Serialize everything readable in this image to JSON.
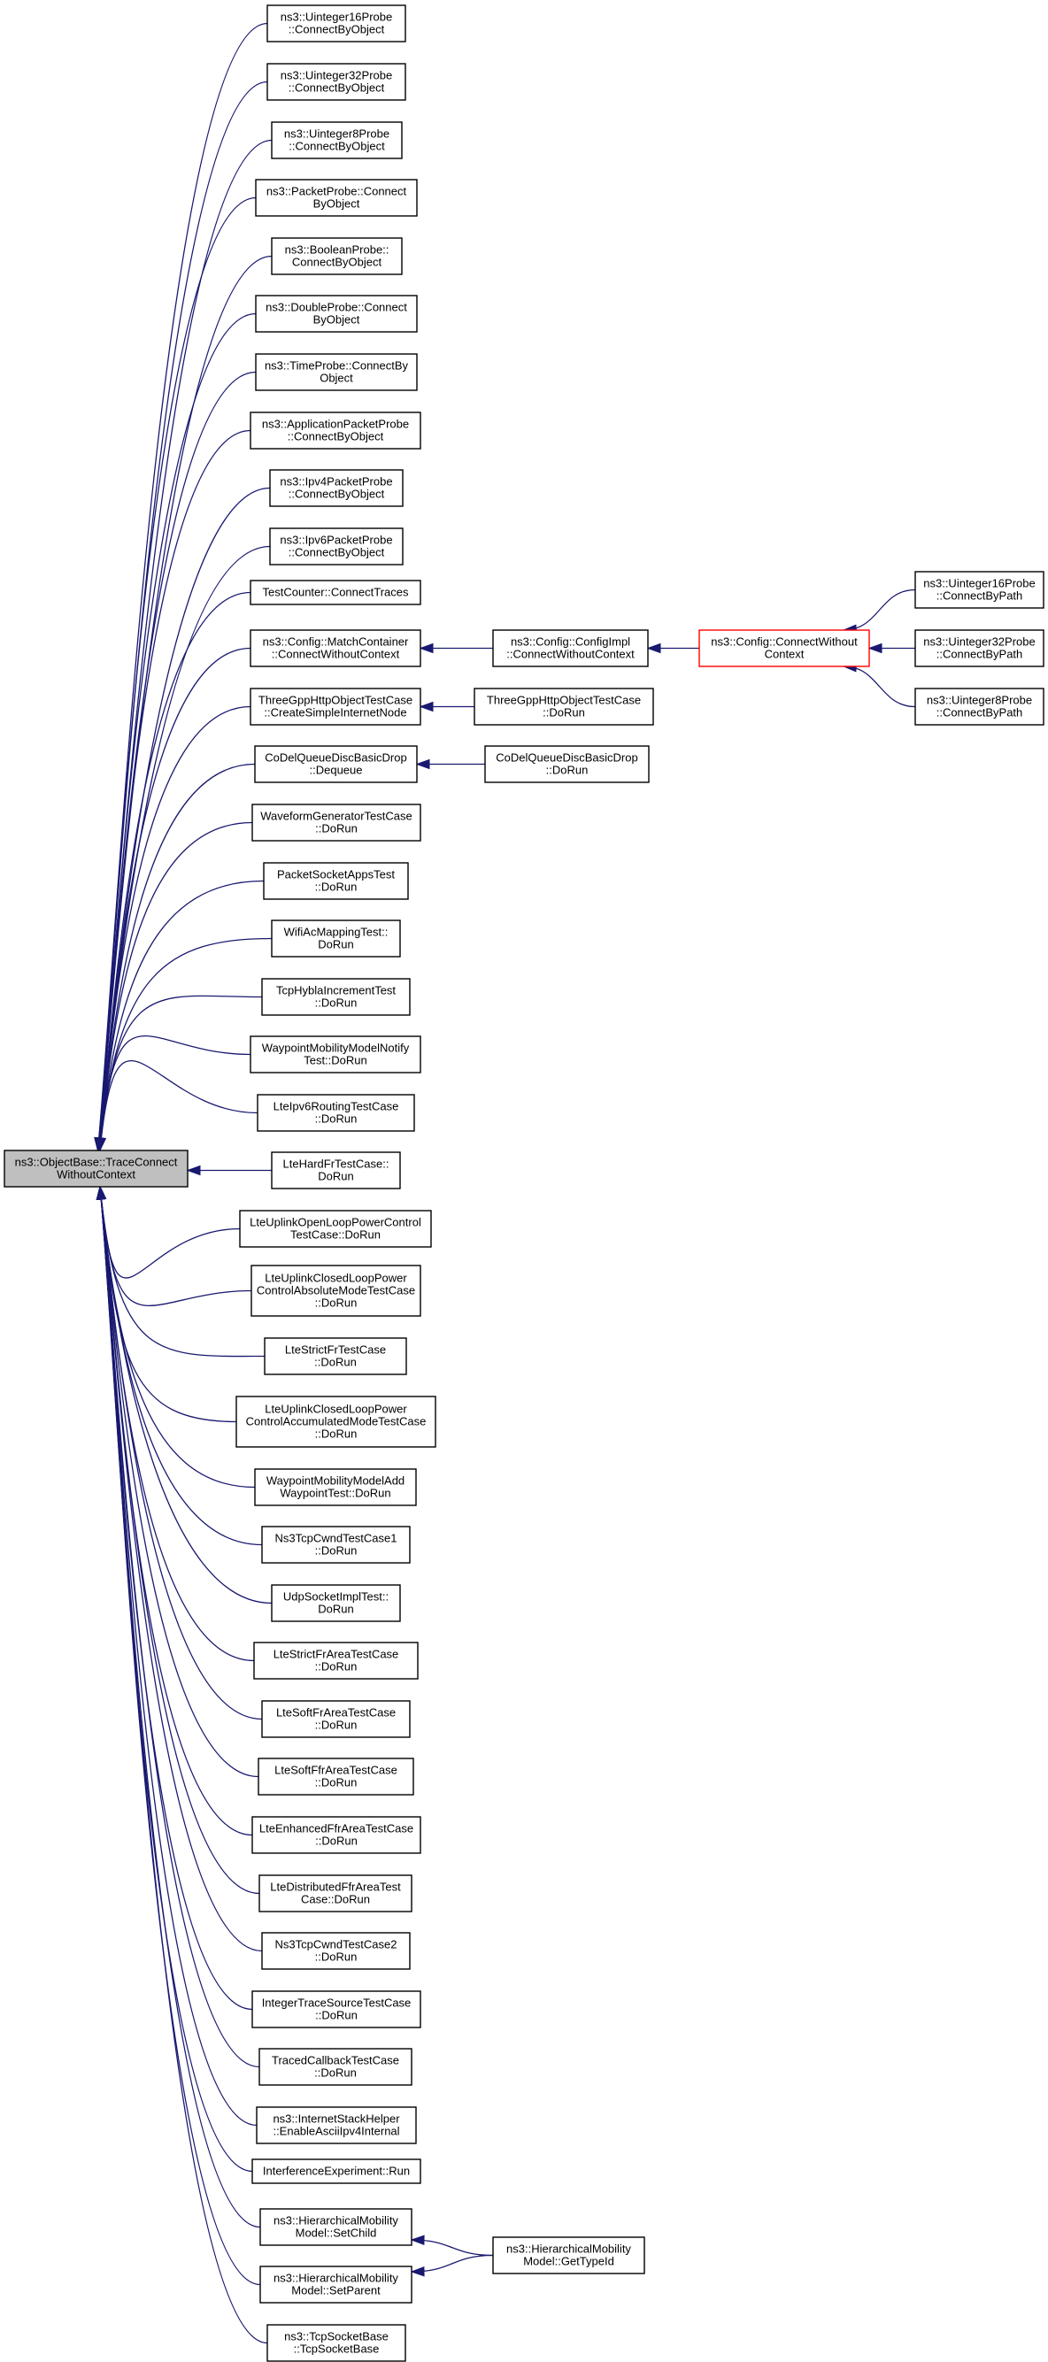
{
  "colors": {
    "edge": "#191970",
    "root_fill": "#bfbfbf",
    "highlight_border": "#ff0000",
    "box_border": "#000000",
    "background": "#ffffff"
  },
  "nodes": [
    {
      "id": "root",
      "lines": [
        "ns3::ObjectBase::TraceConnect",
        "WithoutContext"
      ],
      "kind": "root"
    },
    {
      "id": "uint16probe",
      "lines": [
        "ns3::Uinteger16Probe",
        "::ConnectByObject"
      ]
    },
    {
      "id": "uint32probe",
      "lines": [
        "ns3::Uinteger32Probe",
        "::ConnectByObject"
      ]
    },
    {
      "id": "uint8probe",
      "lines": [
        "ns3::Uinteger8Probe",
        "::ConnectByObject"
      ]
    },
    {
      "id": "packetprobe",
      "lines": [
        "ns3::PacketProbe::Connect",
        "ByObject"
      ]
    },
    {
      "id": "booleanprobe",
      "lines": [
        "ns3::BooleanProbe::",
        "ConnectByObject"
      ]
    },
    {
      "id": "doubleprobe",
      "lines": [
        "ns3::DoubleProbe::Connect",
        "ByObject"
      ]
    },
    {
      "id": "timeprobe",
      "lines": [
        "ns3::TimeProbe::ConnectBy",
        "Object"
      ]
    },
    {
      "id": "apppacketprobe",
      "lines": [
        "ns3::ApplicationPacketProbe",
        "::ConnectByObject"
      ]
    },
    {
      "id": "ipv4packetprobe",
      "lines": [
        "ns3::Ipv4PacketProbe",
        "::ConnectByObject"
      ]
    },
    {
      "id": "ipv6packetprobe",
      "lines": [
        "ns3::Ipv6PacketProbe",
        "::ConnectByObject"
      ]
    },
    {
      "id": "testcounter",
      "lines": [
        "TestCounter::ConnectTraces"
      ]
    },
    {
      "id": "matchcontainer",
      "lines": [
        "ns3::Config::MatchContainer",
        "::ConnectWithoutContext"
      ]
    },
    {
      "id": "threegpp",
      "lines": [
        "ThreeGppHttpObjectTestCase",
        "::CreateSimpleInternetNode"
      ]
    },
    {
      "id": "codeldequeue",
      "lines": [
        "CoDelQueueDiscBasicDrop",
        "::Dequeue"
      ]
    },
    {
      "id": "waveform",
      "lines": [
        "WaveformGeneratorTestCase",
        "::DoRun"
      ]
    },
    {
      "id": "packetsocket",
      "lines": [
        "PacketSocketAppsTest",
        "::DoRun"
      ]
    },
    {
      "id": "wifiac",
      "lines": [
        "WifiAcMappingTest::",
        "DoRun"
      ]
    },
    {
      "id": "tcphybla",
      "lines": [
        "TcpHyblaIncrementTest",
        "::DoRun"
      ]
    },
    {
      "id": "waypointnotify",
      "lines": [
        "WaypointMobilityModelNotify",
        "Test::DoRun"
      ]
    },
    {
      "id": "lteipv6",
      "lines": [
        "LteIpv6RoutingTestCase",
        "::DoRun"
      ]
    },
    {
      "id": "ltehardfr",
      "lines": [
        "LteHardFrTestCase::",
        "DoRun"
      ]
    },
    {
      "id": "lteulopen",
      "lines": [
        "LteUplinkOpenLoopPowerControl",
        "TestCase::DoRun"
      ]
    },
    {
      "id": "lteulclosedabs",
      "lines": [
        "LteUplinkClosedLoopPower",
        "ControlAbsoluteModeTestCase",
        "::DoRun"
      ]
    },
    {
      "id": "ltestrictfr",
      "lines": [
        "LteStrictFrTestCase",
        "::DoRun"
      ]
    },
    {
      "id": "lteulclosedacc",
      "lines": [
        "LteUplinkClosedLoopPower",
        "ControlAccumulatedModeTestCase",
        "::DoRun"
      ]
    },
    {
      "id": "waypointadd",
      "lines": [
        "WaypointMobilityModelAdd",
        "WaypointTest::DoRun"
      ]
    },
    {
      "id": "ns3tcpcwnd1",
      "lines": [
        "Ns3TcpCwndTestCase1",
        "::DoRun"
      ]
    },
    {
      "id": "udpsocket",
      "lines": [
        "UdpSocketImplTest::",
        "DoRun"
      ]
    },
    {
      "id": "ltestrictfrarea",
      "lines": [
        "LteStrictFrAreaTestCase",
        "::DoRun"
      ]
    },
    {
      "id": "ltesoftfrarea",
      "lines": [
        "LteSoftFrAreaTestCase",
        "::DoRun"
      ]
    },
    {
      "id": "ltesoftffrarea",
      "lines": [
        "LteSoftFfrAreaTestCase",
        "::DoRun"
      ]
    },
    {
      "id": "lteenhancedffr",
      "lines": [
        "LteEnhancedFfrAreaTestCase",
        "::DoRun"
      ]
    },
    {
      "id": "ltedistributedffr",
      "lines": [
        "LteDistributedFfrAreaTest",
        "Case::DoRun"
      ]
    },
    {
      "id": "ns3tcpcwnd2",
      "lines": [
        "Ns3TcpCwndTestCase2",
        "::DoRun"
      ]
    },
    {
      "id": "integertrace",
      "lines": [
        "IntegerTraceSourceTestCase",
        "::DoRun"
      ]
    },
    {
      "id": "tracedcallback",
      "lines": [
        "TracedCallbackTestCase",
        "::DoRun"
      ]
    },
    {
      "id": "internetstack",
      "lines": [
        "ns3::InternetStackHelper",
        "::EnableAsciiIpv4Internal"
      ]
    },
    {
      "id": "interference",
      "lines": [
        "InterferenceExperiment::Run"
      ]
    },
    {
      "id": "hiersetchild",
      "lines": [
        "ns3::HierarchicalMobility",
        "Model::SetChild"
      ]
    },
    {
      "id": "hiersetparent",
      "lines": [
        "ns3::HierarchicalMobility",
        "Model::SetParent"
      ]
    },
    {
      "id": "tcpsocketbase",
      "lines": [
        "ns3::TcpSocketBase",
        "::TcpSocketBase"
      ]
    },
    {
      "id": "configimpl",
      "lines": [
        "ns3::Config::ConfigImpl",
        "::ConnectWithoutContext"
      ]
    },
    {
      "id": "threegppdorun",
      "lines": [
        "ThreeGppHttpObjectTestCase",
        "::DoRun"
      ]
    },
    {
      "id": "codeldorun",
      "lines": [
        "CoDelQueueDiscBasicDrop",
        "::DoRun"
      ]
    },
    {
      "id": "hiergettypeid",
      "lines": [
        "ns3::HierarchicalMobility",
        "Model::GetTypeId"
      ]
    },
    {
      "id": "configconnect",
      "lines": [
        "ns3::Config::ConnectWithout",
        "Context"
      ],
      "kind": "highlight"
    },
    {
      "id": "uint16bypath",
      "lines": [
        "ns3::Uinteger16Probe",
        "::ConnectByPath"
      ]
    },
    {
      "id": "uint32bypath",
      "lines": [
        "ns3::Uinteger32Probe",
        "::ConnectByPath"
      ]
    },
    {
      "id": "uint8bypath",
      "lines": [
        "ns3::Uinteger8Probe",
        "::ConnectByPath"
      ]
    }
  ],
  "edges": [
    [
      "uint16probe",
      "root"
    ],
    [
      "uint32probe",
      "root"
    ],
    [
      "uint8probe",
      "root"
    ],
    [
      "packetprobe",
      "root"
    ],
    [
      "booleanprobe",
      "root"
    ],
    [
      "doubleprobe",
      "root"
    ],
    [
      "timeprobe",
      "root"
    ],
    [
      "apppacketprobe",
      "root"
    ],
    [
      "ipv4packetprobe",
      "root"
    ],
    [
      "ipv6packetprobe",
      "root"
    ],
    [
      "testcounter",
      "root"
    ],
    [
      "matchcontainer",
      "root"
    ],
    [
      "threegpp",
      "root"
    ],
    [
      "codeldequeue",
      "root"
    ],
    [
      "waveform",
      "root"
    ],
    [
      "packetsocket",
      "root"
    ],
    [
      "wifiac",
      "root"
    ],
    [
      "tcphybla",
      "root"
    ],
    [
      "waypointnotify",
      "root"
    ],
    [
      "lteipv6",
      "root"
    ],
    [
      "ltehardfr",
      "root"
    ],
    [
      "lteulopen",
      "root"
    ],
    [
      "lteulclosedabs",
      "root"
    ],
    [
      "ltestrictfr",
      "root"
    ],
    [
      "lteulclosedacc",
      "root"
    ],
    [
      "waypointadd",
      "root"
    ],
    [
      "ns3tcpcwnd1",
      "root"
    ],
    [
      "udpsocket",
      "root"
    ],
    [
      "ltestrictfrarea",
      "root"
    ],
    [
      "ltesoftfrarea",
      "root"
    ],
    [
      "ltesoftffrarea",
      "root"
    ],
    [
      "lteenhancedffr",
      "root"
    ],
    [
      "ltedistributedffr",
      "root"
    ],
    [
      "ns3tcpcwnd2",
      "root"
    ],
    [
      "integertrace",
      "root"
    ],
    [
      "tracedcallback",
      "root"
    ],
    [
      "internetstack",
      "root"
    ],
    [
      "interference",
      "root"
    ],
    [
      "hiersetchild",
      "root"
    ],
    [
      "hiersetparent",
      "root"
    ],
    [
      "tcpsocketbase",
      "root"
    ],
    [
      "configimpl",
      "matchcontainer"
    ],
    [
      "configconnect",
      "configimpl"
    ],
    [
      "uint16bypath",
      "configconnect"
    ],
    [
      "uint32bypath",
      "configconnect"
    ],
    [
      "uint8bypath",
      "configconnect"
    ],
    [
      "threegppdorun",
      "threegpp"
    ],
    [
      "codeldorun",
      "codeldequeue"
    ],
    [
      "hiergettypeid",
      "hiersetchild"
    ],
    [
      "hiergettypeid",
      "hiersetparent"
    ]
  ]
}
